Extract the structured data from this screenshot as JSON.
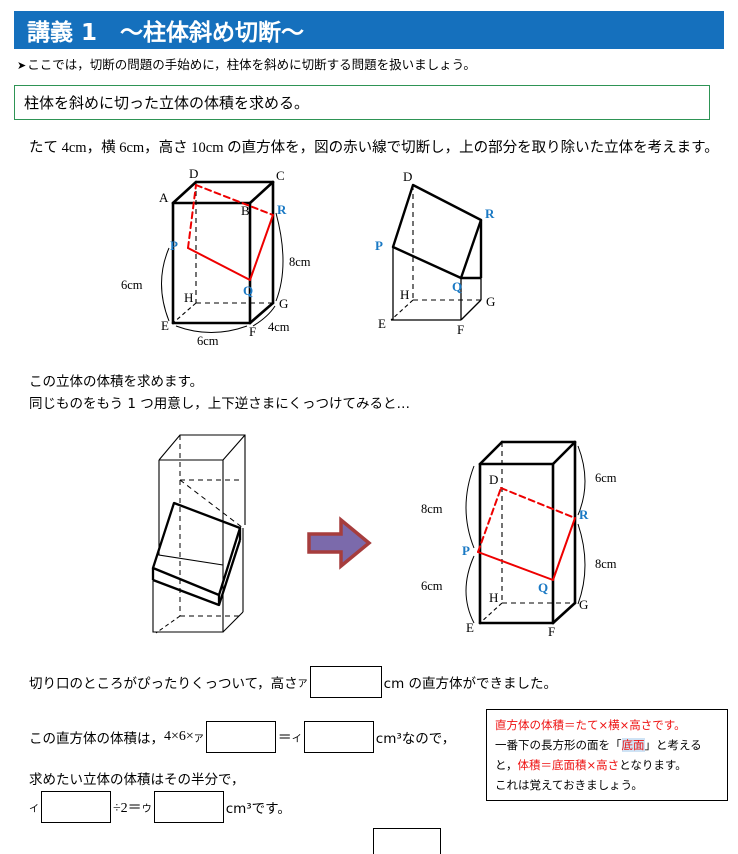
{
  "header": {
    "title": "講義 1　～柱体斜め切断～",
    "banner_color": "#1570bd",
    "intro_bullet": "➤",
    "intro_text": "ここでは，切断の問題の手始めに，柱体を斜めに切断する問題を扱いましょう。"
  },
  "goal": {
    "text": "柱体を斜めに切った立体の体積を求める。",
    "border_color": "#2e9455"
  },
  "problem": {
    "statement": "たて 4cm，横 6cm，高さ 10cm の直方体を，図の赤い線で切断し，上の部分を取り除いた立体を考えます。",
    "line1": "この立体の体積を求めます。",
    "line2": "同じものをもう 1 つ用意し，上下逆さまにくっつけてみると…"
  },
  "figure1": {
    "name": "cuboid-with-cut-plane",
    "vertices": [
      "A",
      "B",
      "C",
      "D",
      "E",
      "F",
      "G",
      "H"
    ],
    "cut_points": [
      "P",
      "Q",
      "R"
    ],
    "dims": [
      {
        "label": "6cm",
        "edge": "AE-left-height"
      },
      {
        "label": "8cm",
        "edge": "BF-right-height"
      },
      {
        "label": "6cm",
        "edge": "EF-bottom-width"
      },
      {
        "label": "4cm",
        "edge": "FG-depth"
      }
    ],
    "point_color": "#1a79c4",
    "cut_color": "#ee0000"
  },
  "figure2": {
    "name": "truncated-solid",
    "vertices": [
      "D",
      "E",
      "F",
      "G",
      "H"
    ],
    "cut_points": [
      "P",
      "Q",
      "R"
    ],
    "point_color": "#1a79c4"
  },
  "figure3": {
    "name": "two-solids-stacked-outline",
    "caption": ""
  },
  "arrow": {
    "fill": "#7b6aab",
    "stroke": "#a63d3d"
  },
  "figure4": {
    "name": "combined-cuboid",
    "vertices": [
      "D",
      "E",
      "F",
      "G",
      "H"
    ],
    "cut_points": [
      "P",
      "Q",
      "R"
    ],
    "dims": [
      {
        "label": "8cm",
        "edge": "upper-left"
      },
      {
        "label": "6cm",
        "edge": "upper-right"
      },
      {
        "label": "6cm",
        "edge": "lower-left"
      },
      {
        "label": "8cm",
        "edge": "lower-right"
      }
    ],
    "point_color": "#1a79c4",
    "cut_color": "#ee0000"
  },
  "answers": {
    "row1_pre": "切り口のところがぴったりくっついて，高さ",
    "row1_marker": "ア",
    "row1_post": "cm の直方体ができました。",
    "row1_value": "",
    "row2_pre": "この直方体の体積は，",
    "row2_expr": "4×6×",
    "row2_marker_a": "ア",
    "row2_eq": "＝",
    "row2_marker_b": "イ",
    "row2_post": "cm³なので，",
    "row2_value_a": "",
    "row2_value_b": "",
    "row3": "求めたい立体の体積はその半分で，",
    "row4_marker_a": "イ",
    "row4_div": "÷2＝",
    "row4_marker_b": "ウ",
    "row4_post": "cm³です。",
    "row4_value_a": "",
    "row4_value_b": "",
    "bottom_value": ""
  },
  "note": {
    "line1": "直方体の体積＝たて×横×高さです。",
    "line2_a": "一番下の長方形の面を「",
    "line2_hl": "底面",
    "line2_b": "」と考える",
    "line3_a": "と，",
    "line3_red": "体積＝底面積×高さ",
    "line3_b": "となります。",
    "line4": "これは覚えておきましょう。",
    "red_color": "#ee1111",
    "highlight_color": "#cfe3f5"
  }
}
